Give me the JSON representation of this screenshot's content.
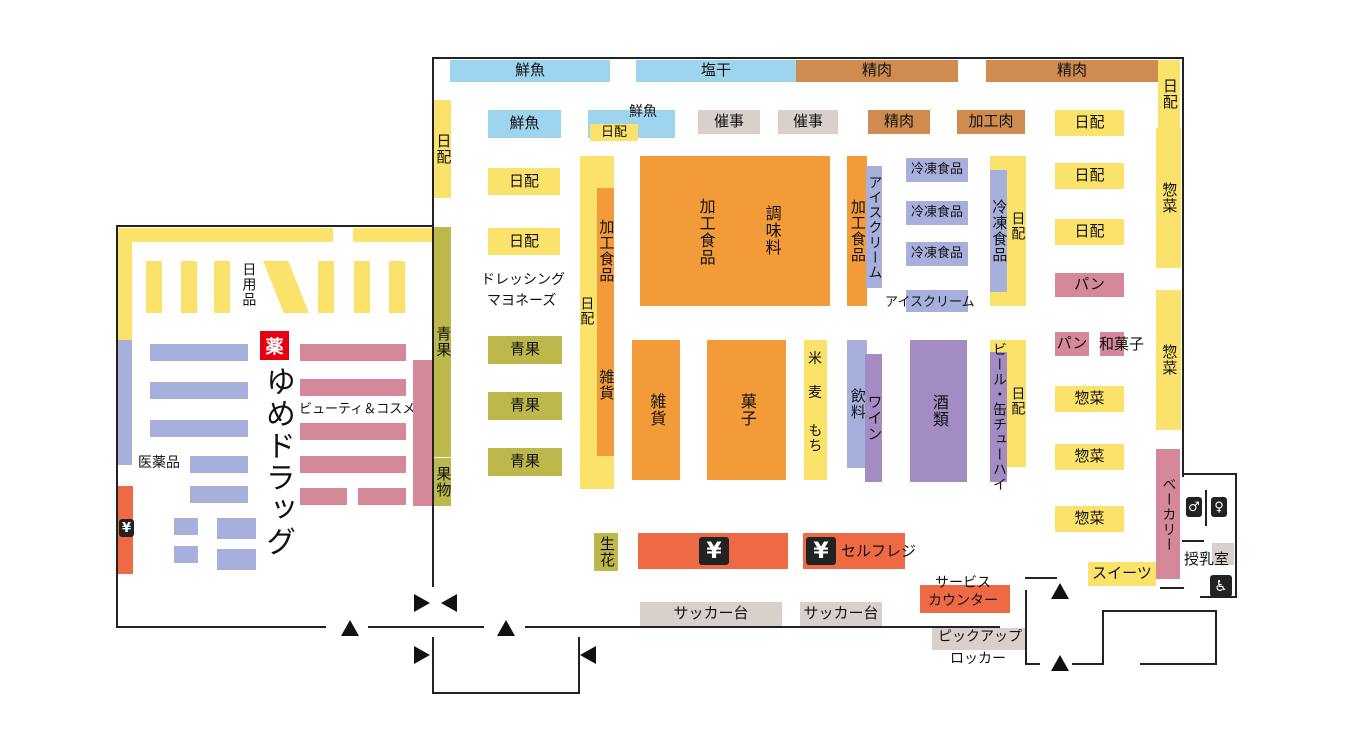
{
  "colors": {
    "fish": "#9fd4ef",
    "meat": "#d08c50",
    "daily": "#fbe26a",
    "grocery": "#f29b38",
    "frozen": "#a7b0dc",
    "purple": "#a38cc4",
    "pink": "#d48898",
    "green": "#bcb84b",
    "red": "#ee6a44",
    "gray": "#d9d0cc",
    "wall": "#222222",
    "drug_red": "#e60012"
  },
  "top_row": {
    "fish": "鮮魚",
    "dried": "塩干",
    "meat1": "精肉",
    "meat2": "精肉",
    "daily_right": "日配"
  },
  "row2": {
    "fish": "鮮魚",
    "fish_small": "鮮魚",
    "daily_small": "日配",
    "event1": "催事",
    "event2": "催事",
    "meat": "精肉",
    "processed_meat": "加工肉",
    "daily": "日配"
  },
  "left_col": {
    "daily_top": "日配",
    "daily1": "日配",
    "daily2": "日配",
    "dressing_line1": "ドレッシング",
    "dressing_line2": "マヨネーズ",
    "veg1": "青果",
    "veg2": "青果",
    "veg3": "青果",
    "veg_wall": "青果",
    "fruit_wall": "果物",
    "flowers": "生花"
  },
  "center": {
    "processed_food_left": "加工食品",
    "daily_vertical": "日配",
    "sundries_left": "雑貨",
    "processed_food": "加工食品",
    "seasoning": "調味料",
    "processed_food_right": "加工食品",
    "ice_cream_vertical": "アイスクリーム",
    "frozen1": "冷凍食品",
    "frozen2": "冷凍食品",
    "frozen3": "冷凍食品",
    "ice_cream_label": "アイスクリーム",
    "frozen_vertical": "冷凍食品",
    "daily_right_vertical": "日配",
    "sundries": "雑貨",
    "snacks": "菓子",
    "rice": "米",
    "wheat": "麦",
    "mochi": "もち",
    "drinks": "飲料",
    "wine": "ワイン",
    "liquor": "酒類",
    "beer": "ビール・缶チューハイ",
    "daily_beer": "日配"
  },
  "right_col": {
    "daily1": "日配",
    "daily2": "日配",
    "bread1": "パン",
    "bread2": "パン",
    "japanese_sweets": "和菓子",
    "deli1": "惣菜",
    "deli2": "惣菜",
    "deli3": "惣菜",
    "deli_wall1": "惣菜",
    "deli_wall2": "惣菜",
    "bakery": "ベーカリー",
    "sweets": "スイーツ",
    "nursing_room": "授乳室"
  },
  "bottom": {
    "self_register": "セルフレジ",
    "yen": "¥",
    "sacker1": "サッカー台",
    "sacker2": "サッカー台",
    "service_line1": "サービス",
    "service_line2": "カウンター",
    "pickup_line1": "ピックアップ",
    "pickup_line2": "ロッカー"
  },
  "drug": {
    "daily_goods": "日用品",
    "kusuri_mark": "薬",
    "brand_name": "ゆめドラッグ",
    "beauty": "ビューティ＆コスメ",
    "medicine": "医薬品",
    "yen": "¥"
  },
  "icons": [
    "yen-icon",
    "toilet-icon",
    "accessible-icon",
    "entrance-arrow-icon"
  ]
}
